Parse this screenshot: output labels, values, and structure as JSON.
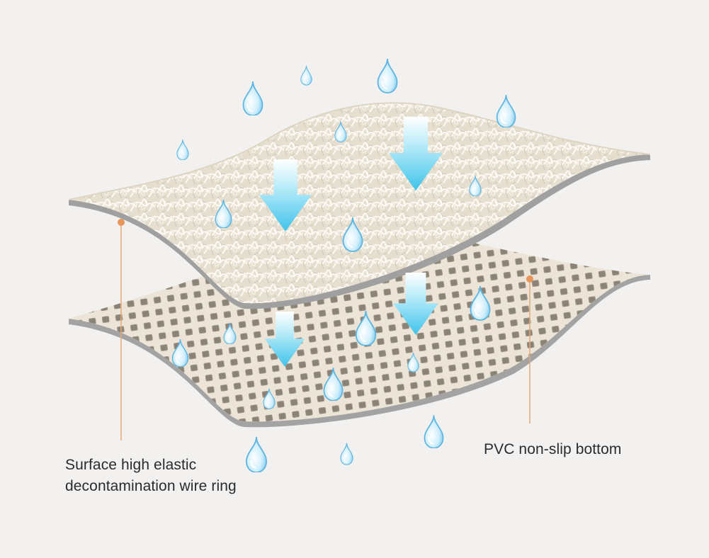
{
  "labels": {
    "surface_line1": "Surface high elastic",
    "surface_line2": "decontamination wire ring",
    "bottom": "PVC non-slip bottom"
  },
  "colors": {
    "background": "#f2f1ef",
    "mat_cream": "#e9e2d4",
    "mat_edge": "#9b9b9b",
    "arrow_blue": "#5ccfee",
    "drop_blue": "#9ed8f3",
    "callout_orange": "#e8955a"
  },
  "icons": [
    "water-drop-icon",
    "down-arrow-icon"
  ]
}
